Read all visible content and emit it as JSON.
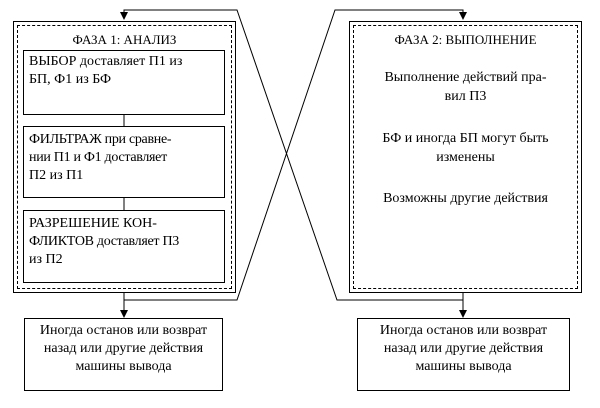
{
  "phase1": {
    "title": "ФАЗА 1: АНАЛИЗ",
    "steps": [
      {
        "line1": "ВЫБОР доставляет П1 из",
        "line2": "БП, Ф1 из БФ"
      },
      {
        "line1": "ФИЛЬТРАЖ при сравне-",
        "line2": "нии П1 и Ф1 доставляет",
        "line3": "П2 из П1"
      },
      {
        "line1": "РАЗРЕШЕНИЕ КОН-",
        "line2": "ФЛИКТОВ доставляет П3",
        "line3": "из П2"
      }
    ]
  },
  "phase2": {
    "title": "ФАЗА 2: ВЫПОЛНЕНИЕ",
    "actions": [
      {
        "line1": "Выполнение действий пра-",
        "line2": "вил П3"
      },
      {
        "line1": "БФ и иногда БП могут быть",
        "line2": "изменены"
      },
      {
        "line1": "Возможны другие действия"
      }
    ]
  },
  "outcomes": {
    "left": {
      "line1": "Иногда останов или возврат",
      "line2": "назад или другие действия",
      "line3": "машины вывода"
    },
    "right": {
      "line1": "Иногда останов или возврат",
      "line2": "назад или другие действия",
      "line3": "машины вывода"
    }
  }
}
